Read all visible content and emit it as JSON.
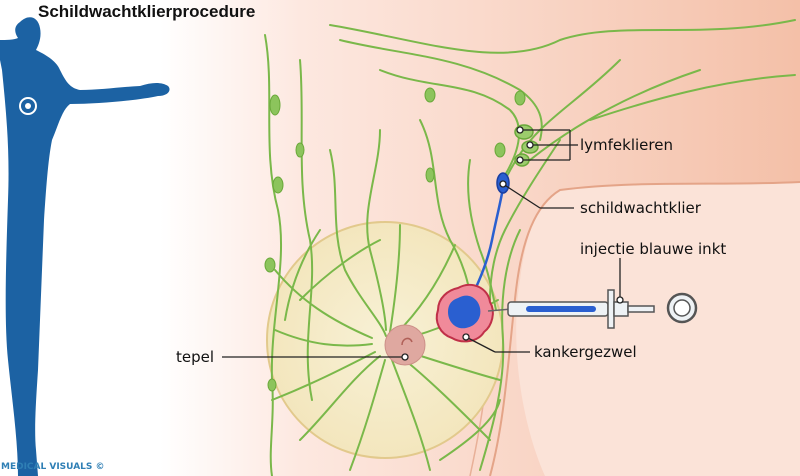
{
  "title": "Schildwachtklierprocedure",
  "labels": {
    "lymph_nodes": "lymfeklieren",
    "sentinel_node": "schildwachtklier",
    "injection": "injectie blauwe inkt",
    "tumor": "kankergezwel",
    "nipple": "tepel"
  },
  "credit": "MEDICAL VISUALS ©",
  "colors": {
    "skin": "#f6c8b4",
    "skin_outline": "#e8a888",
    "areola_fill": "#f6eecb",
    "areola_outline": "#e2c98c",
    "lymph_vessel": "#7ab84a",
    "silhouette": "#1c62a3",
    "blue_ink": "#2a5fd0",
    "tumor_fill": "#f08a9a",
    "tumor_outline": "#c03048",
    "nipple": "#dfa8a0"
  }
}
